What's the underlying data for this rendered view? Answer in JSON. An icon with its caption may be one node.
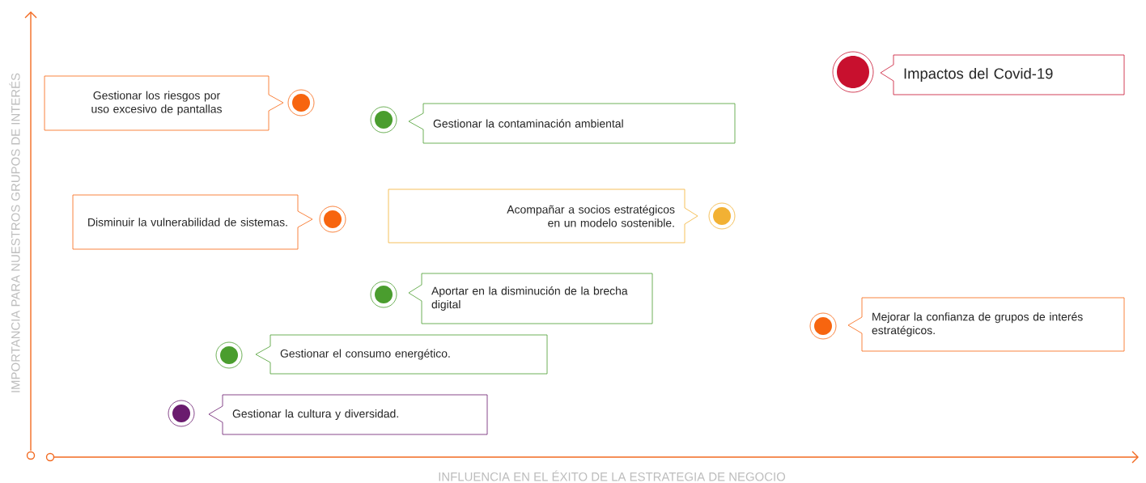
{
  "diagram": {
    "nodes": [
      {
        "text": [],
        "shape": "circle"
      },
      {
        "text": [
          "Impactos del Covid-19"
        ]
      },
      {
        "text": [
          "Gestionar los riesgos por uso excesivo de pantallas"
        ]
      },
      {
        "text": [],
        "shape": "circle"
      },
      {
        "text": [],
        "shape": "circle"
      },
      {
        "text": [
          "Gestionar la contaminación ambiental"
        ]
      },
      {
        "text": [
          "Acompañar a socios estratégicos en un modelo sostenible."
        ]
      },
      {
        "text": [],
        "shape": "circle"
      },
      {
        "text": [
          "Disminuir la vulnerabilidad de sistemas."
        ]
      },
      {
        "text": [],
        "shape": "circle"
      },
      {
        "text": [],
        "shape": "circle"
      },
      {
        "text": [
          "Aportar en la disminución de la brecha digital"
        ]
      },
      {
        "text": [],
        "shape": "circle"
      },
      {
        "text": [
          "Mejorar la confianza de grupos de interés estratégicos."
        ]
      },
      {
        "text": [],
        "shape": "circle"
      },
      {
        "text": [
          "Gestionar el consumo energético."
        ]
      },
      {
        "text": [],
        "shape": "circle"
      },
      {
        "text": [
          "Gestionar la cultura y diversidad."
        ]
      }
    ],
    "labels": [
      "IMPORTANCIA PARA NUESTROS GRUPOS DE INTERÉS",
      "INFLUENCIA EN EL ÉXITO DE LA ESTRATEGIA DE NEGOCIO"
    ]
  }
}
